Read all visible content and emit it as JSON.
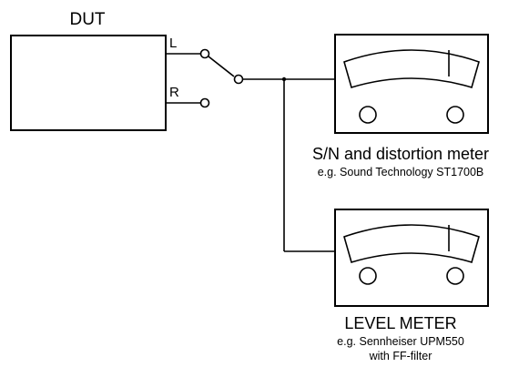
{
  "dut": {
    "title": "DUT",
    "left_label": "L",
    "right_label": "R"
  },
  "meter_top": {
    "title": "S/N and distortion meter",
    "subtitle": "e.g. Sound Technology ST1700B"
  },
  "meter_bottom": {
    "title": "LEVEL METER",
    "subtitle_line1": "e.g. Sennheiser UPM550",
    "subtitle_line2": "with FF-filter"
  }
}
